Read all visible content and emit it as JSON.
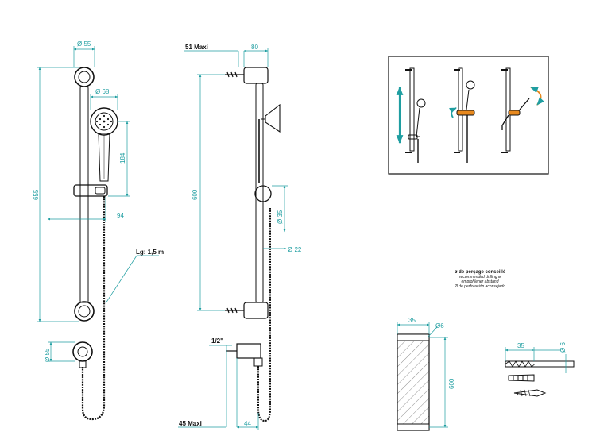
{
  "colors": {
    "dimension": "#1f9ea1",
    "outline": "#111111",
    "accent_orange": "#e8891e",
    "accent_teal": "#1f9ea1"
  },
  "view_a": {
    "d55_top": "Ø 55",
    "d68": "Ø 68",
    "h655": "655",
    "h184": "184",
    "w94": "94",
    "hose": "Lg: 1,5 m",
    "d55_side": "Ø 55"
  },
  "view_b": {
    "maxi51": "51 Maxi",
    "w80": "80",
    "h600": "600",
    "d35": "Ø 35",
    "d22": "Ø 22",
    "thread": "1/2\"",
    "maxi45": "45 Maxi",
    "w44": "44"
  },
  "drilling_note": {
    "line1": "ø de perçage conseillé",
    "line2": "recommended drilling ø",
    "line3": "empfohlener abstand",
    "line4": "Ø de perforación aconsejado"
  },
  "wall_detail": {
    "w35": "35",
    "d6": "Ø6",
    "h600": "600"
  },
  "bit_detail": {
    "w35": "35",
    "d6": "Ø 6"
  }
}
